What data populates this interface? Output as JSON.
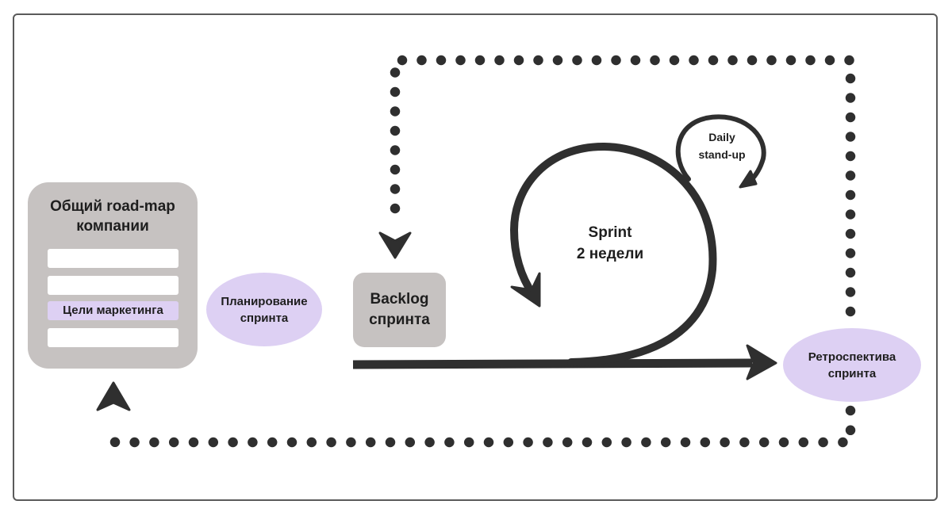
{
  "diagram": {
    "roadmap": {
      "title_line1": "Общий road-map",
      "title_line2": "компании",
      "highlight": "Цели маркетинга"
    },
    "planning": {
      "line1": "Планирование",
      "line2": "спринта"
    },
    "backlog": {
      "line1": "Backlog",
      "line2": "спринта"
    },
    "sprint": {
      "line1": "Sprint",
      "line2": "2 недели"
    },
    "daily": {
      "line1": "Daily",
      "line2": "stand-up"
    },
    "retro": {
      "line1": "Ретроспектива",
      "line2": "спринта"
    }
  },
  "colors": {
    "ellipse_fill": "#ddd0f3",
    "box_fill": "#c6c2c1",
    "arrow": "#2f2f2f"
  }
}
